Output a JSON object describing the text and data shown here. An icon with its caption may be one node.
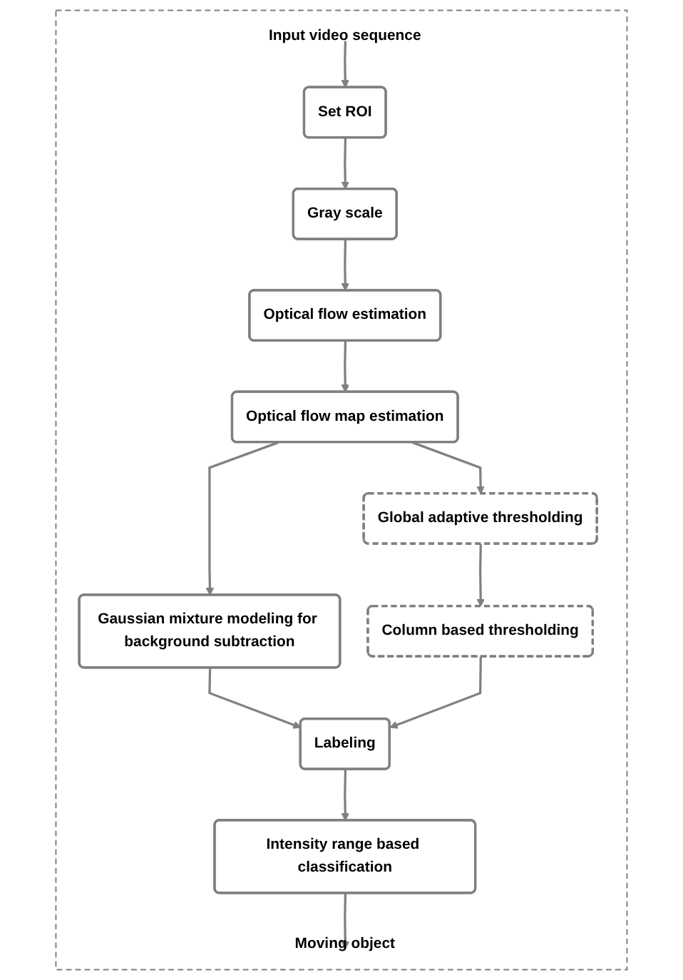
{
  "diagram": {
    "nodes": [
      {
        "text": [],
        "shape": "box"
      },
      {
        "text": [
          "Input video sequence"
        ],
        "in": 0
      },
      {
        "text": [
          "Set ROI"
        ],
        "in": 0
      },
      {
        "text": [
          "Gray scale"
        ],
        "in": 0
      },
      {
        "text": [
          "Optical flow estimation"
        ],
        "in": 0
      },
      {
        "text": [
          "Optical flow map estimation"
        ],
        "in": 0
      },
      {
        "text": [
          "Gaussian mixture modeling for background subtraction"
        ],
        "in": 0
      },
      {
        "text": [
          "Global adaptive thresholding"
        ],
        "in": 0
      },
      {
        "text": [
          "Column based thresholding"
        ],
        "in": 0
      },
      {
        "text": [
          "Labeling"
        ],
        "in": 0
      },
      {
        "text": [
          "Intensity range based classification"
        ],
        "in": 0
      },
      {
        "text": [
          "Moving object"
        ],
        "in": 0
      }
    ],
    "edges": [
      {
        "from": 1,
        "to": 2,
        "arrow": "to"
      },
      {
        "from": 2,
        "to": 3,
        "arrow": "to"
      },
      {
        "from": 3,
        "to": 4,
        "arrow": "to"
      },
      {
        "from": 4,
        "to": 5,
        "arrow": "to"
      },
      {
        "from": 5,
        "to": 6,
        "arrow": "to"
      },
      {
        "from": 5,
        "to": 7,
        "arrow": "to"
      },
      {
        "from": 7,
        "to": 8,
        "arrow": "to"
      },
      {
        "from": 6,
        "to": 9,
        "arrow": "to"
      },
      {
        "from": 8,
        "to": 9,
        "arrow": "to"
      },
      {
        "from": 9,
        "to": 10,
        "arrow": "to"
      },
      {
        "from": 10,
        "to": 11,
        "arrow": "to"
      }
    ]
  }
}
